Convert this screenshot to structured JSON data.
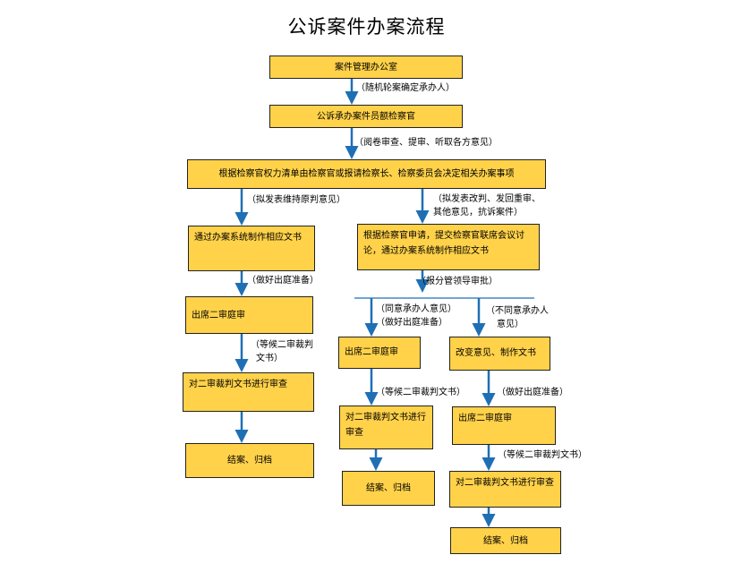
{
  "title": "公诉案件办案流程",
  "boxes": {
    "b1": "案件管理办公室",
    "b2": "公诉承办案件员额检察官",
    "b3": "根据检察官权力清单由检察官或报请检察长、检察委员会决定相关办案事项",
    "b4": "通过办案系统制作相应文书",
    "b5": "根据检察官申请，提交检察官联席会议讨论，通过办案系统制作相应文书",
    "b6": "出席二审庭审",
    "b7": "对二审裁判文书进行审查",
    "b8": "结案、归档",
    "b9": "出席二审庭审",
    "b10": "改变意见、制作文书",
    "b11": "对二审裁判文书进行审查",
    "b12": "出席二审庭审",
    "b13": "结案、归档",
    "b14": "对二审裁判文书进行审查",
    "b15": "结案、归档"
  },
  "notes": {
    "n1": "（随机轮案确定承办人）",
    "n2": "（阅卷审查、提审、听取各方意见）",
    "n3": "（拟发表维持原判意见）",
    "n4a": "（拟发表改判、发回重审、",
    "n4b": "其他意见，抗诉案件）",
    "n5": "（做好出庭准备）",
    "n6": "（报分管领导审批）",
    "n7a": "（同意承办人意见）",
    "n7b": "（做好出庭准备）",
    "n8a": "（不同意承办人",
    "n8b": "意见）",
    "n9a": "（等候二审裁判",
    "n9b": "文书）",
    "n10": "（等候二审裁判文书）",
    "n11": "（做好出庭准备）",
    "n12": "（等候二审裁判文书）"
  },
  "colors": {
    "box_fill": "#ffd24a",
    "arrow": "#1f6fb5"
  }
}
